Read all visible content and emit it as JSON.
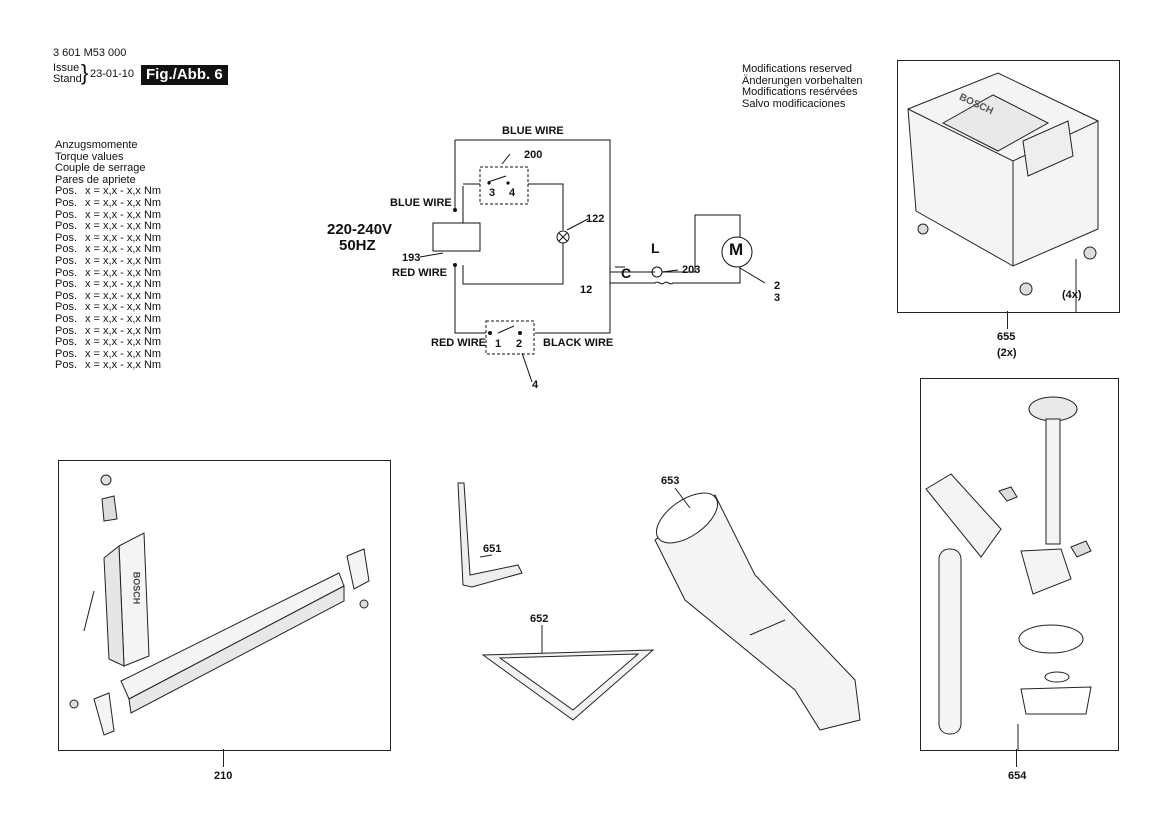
{
  "header": {
    "doc_number": "3 601 M53 000",
    "issue_label": "Issue",
    "stand_label": "Stand",
    "date": "23-01-10",
    "figure_badge": "Fig./Abb. 6"
  },
  "modifications": [
    "Modifications reserved",
    "Änderungen vorbehalten",
    "Modifications resérvées",
    "Salvo modificaciones"
  ],
  "torque": {
    "titles": [
      "Anzugsmomente",
      "Torque values",
      "Couple de serrage",
      "Pares de apriete"
    ],
    "rows": [
      {
        "pos": "Pos.",
        "value": "x = x,x - x,x  Nm"
      },
      {
        "pos": "Pos.",
        "value": "x = x,x - x,x  Nm"
      },
      {
        "pos": "Pos.",
        "value": "x = x,x - x,x  Nm"
      },
      {
        "pos": "Pos.",
        "value": "x = x,x - x,x  Nm"
      },
      {
        "pos": "Pos.",
        "value": "x = x,x - x,x  Nm"
      },
      {
        "pos": "Pos.",
        "value": "x = x,x - x,x  Nm"
      },
      {
        "pos": "Pos.",
        "value": "x = x,x - x,x  Nm"
      },
      {
        "pos": "Pos.",
        "value": "x = x,x - x,x  Nm"
      },
      {
        "pos": "Pos.",
        "value": "x = x,x - x,x  Nm"
      },
      {
        "pos": "Pos.",
        "value": "x = x,x - x,x  Nm"
      },
      {
        "pos": "Pos.",
        "value": "x = x,x - x,x  Nm"
      },
      {
        "pos": "Pos.",
        "value": "x = x,x - x,x  Nm"
      },
      {
        "pos": "Pos.",
        "value": "x = x,x - x,x  Nm"
      },
      {
        "pos": "Pos.",
        "value": "x = x,x - x,x  Nm"
      },
      {
        "pos": "Pos.",
        "value": "x = x,x - x,x  Nm"
      },
      {
        "pos": "Pos.",
        "value": "x = x,x - x,x  Nm"
      }
    ]
  },
  "wiring": {
    "voltage": "220-240V",
    "frequency": "50HZ",
    "blue_wire_top": "BLUE WIRE",
    "blue_wire_left": "BLUE WIRE",
    "red_wire_left": "RED WIRE",
    "red_wire_bottom": "RED WIRE",
    "black_wire": "BLACK WIRE",
    "ref_200": "200",
    "ref_122": "122",
    "ref_193": "193",
    "ref_203": "203",
    "ref_12": "12",
    "ref_4": "4",
    "ref_2": "2",
    "ref_3": "3",
    "switch_top_a": "3",
    "switch_top_b": "4",
    "switch_bottom_a": "1",
    "switch_bottom_b": "2",
    "inductor_label": "L",
    "capacitor_label": "C",
    "motor_label": "M"
  },
  "parts": {
    "p655": "655",
    "p655_qty": "(2x)",
    "p655_screw_qty": "(4x)",
    "p210": "210",
    "p651": "651",
    "p652": "652",
    "p653": "653",
    "p654": "654",
    "brand_text": "BOSCH"
  }
}
